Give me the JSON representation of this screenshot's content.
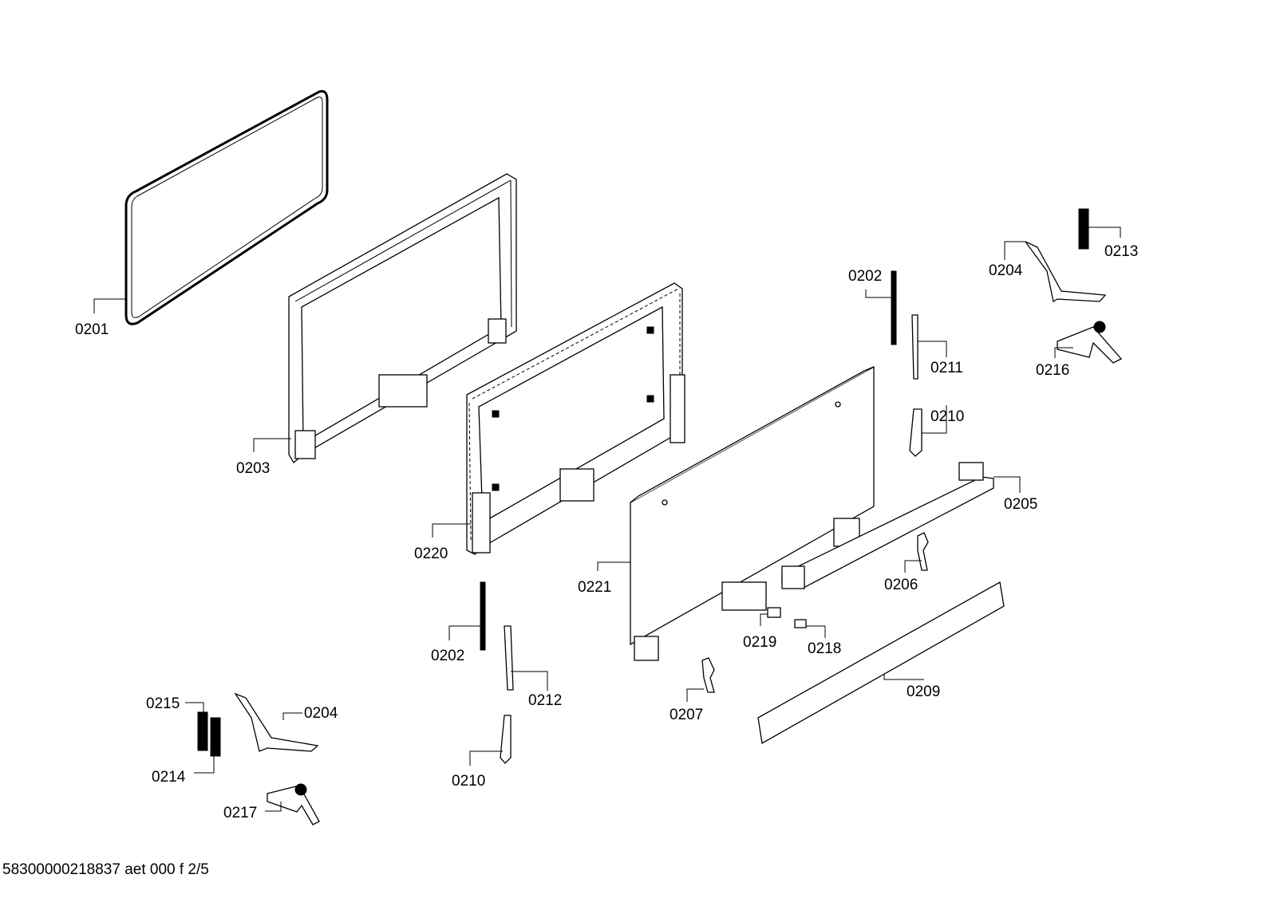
{
  "diagram": {
    "labels": {
      "p0201": "0201",
      "p0203": "0203",
      "p0220": "0220",
      "p0221": "0221",
      "p0202a": "0202",
      "p0202b": "0202",
      "p0211": "0211",
      "p0210a": "0210",
      "p0210b": "0210",
      "p0205": "0205",
      "p0206": "0206",
      "p0204a": "0204",
      "p0204b": "0204",
      "p0213": "0213",
      "p0216": "0216",
      "p0212": "0212",
      "p0219": "0219",
      "p0218": "0218",
      "p0207": "0207",
      "p0209": "0209",
      "p0215": "0215",
      "p0214": "0214",
      "p0217": "0217"
    },
    "footer": "58300000218837 aet 000 f 2/5"
  }
}
